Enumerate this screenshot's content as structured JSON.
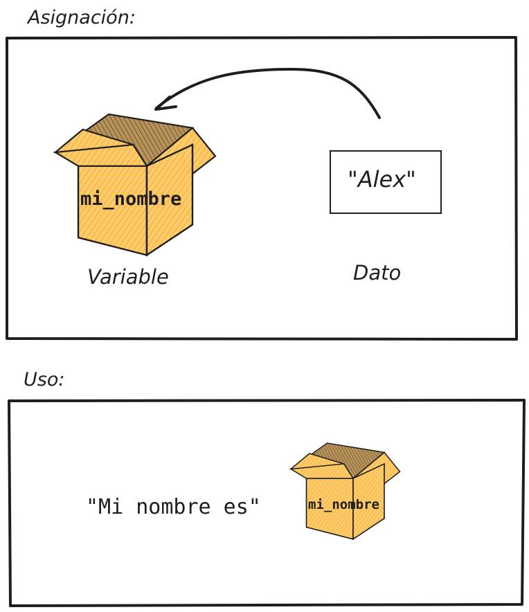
{
  "sections": {
    "assignment": {
      "title": "Asignación:",
      "variable_label": "Variable",
      "data_label": "Dato",
      "data_value": "\"Alex\"",
      "box_label": "mi_nombre"
    },
    "usage": {
      "title": "Uso:",
      "phrase": "\"Mi nombre es\"",
      "box_label": "mi_nombre"
    }
  },
  "colors": {
    "stroke": "#1e1e1e",
    "box_fill": "#fccb6b",
    "box_hatch": "#f5a623",
    "box_inner": "#8a6a3a",
    "background": "#ffffff"
  }
}
